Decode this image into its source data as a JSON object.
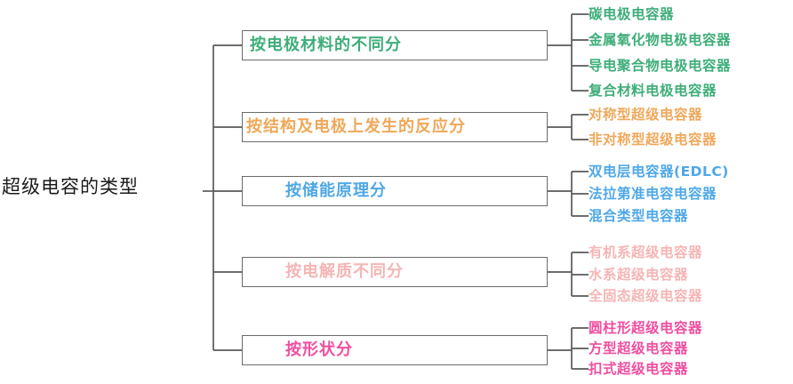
{
  "diagram": {
    "type": "mind-map",
    "title": "超级电容的类型",
    "root": {
      "label": "超级电容的类型",
      "color": "#1a1a1a"
    },
    "line_color": "#5a5a5a",
    "box_border_color": "#6b6b6b",
    "branches": [
      {
        "label": "按电极材料的不同分",
        "color": "#3fae79",
        "leaves": [
          "碳电极电容器",
          "金属氧化物电极电容器",
          "导电聚合物电极电容器",
          "复合材料电极电容器"
        ]
      },
      {
        "label": "按结构及电极上发生的反应分",
        "color": "#efa85a",
        "leaves": [
          "对称型超级电容器",
          "非对称型超级电容器"
        ]
      },
      {
        "label": "按储能原理分",
        "color": "#4fa8e8",
        "leaves": [
          "双电层电容器(EDLC)",
          "法拉第准电容电容器",
          "混合类型电容器"
        ]
      },
      {
        "label": "按电解质不同分",
        "color": "#f5b5b5",
        "leaves": [
          "有机系超级电容器",
          "水系超级电容器",
          "全固态超级电容器"
        ]
      },
      {
        "label": "按形状分",
        "color": "#ef4fa0",
        "leaves": [
          "圆柱形超级电容器",
          "方型超级电容器",
          "扣式超级电容器"
        ]
      }
    ]
  }
}
